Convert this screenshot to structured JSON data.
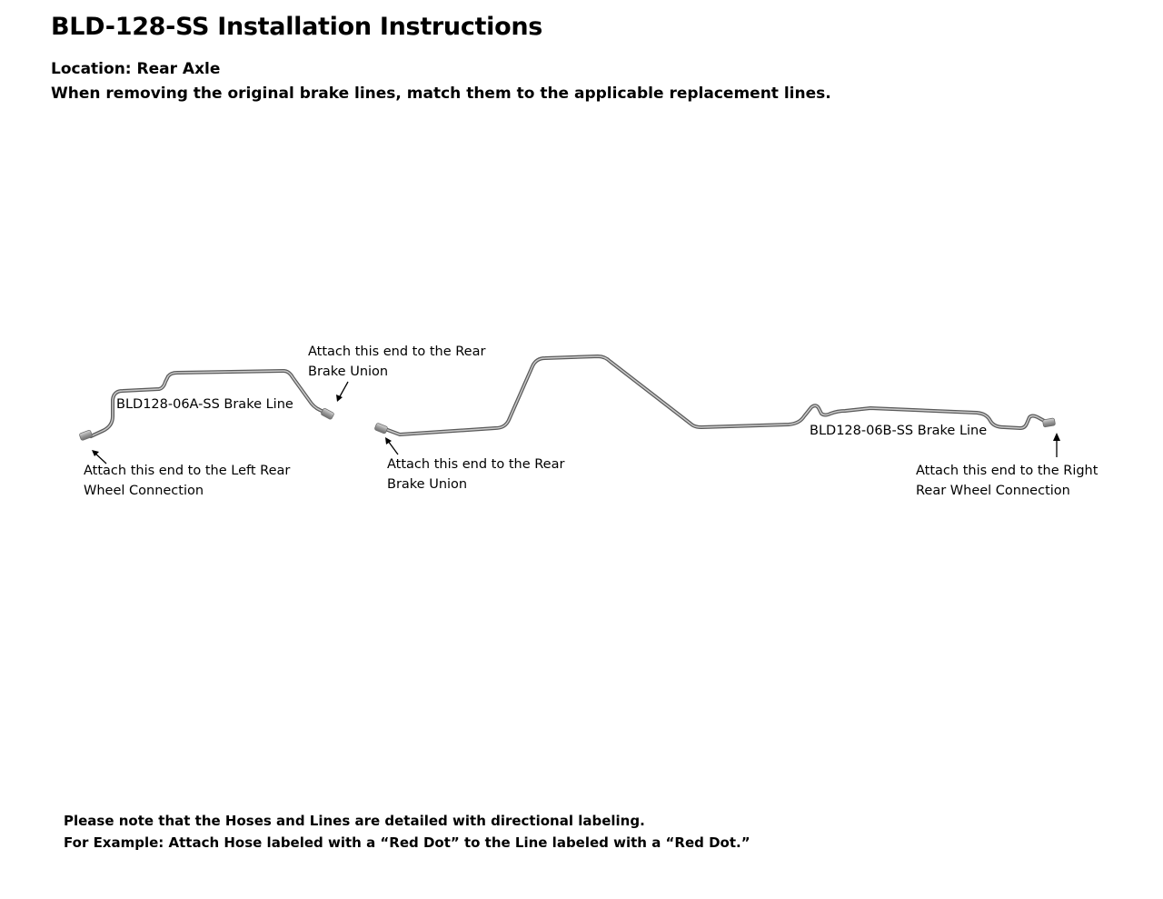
{
  "document": {
    "title": "BLD-128-SS Installation Instructions",
    "location": "Location: Rear Axle",
    "instruction": "When removing the original brake lines, match them to the applicable replacement lines."
  },
  "diagram": {
    "line_a": {
      "name": "BLD128-06A-SS Brake Line",
      "left_end": [
        "Attach this end to the Left Rear",
        "Wheel Connection"
      ],
      "right_end": [
        "Attach this end to the Rear",
        "Brake Union"
      ]
    },
    "line_b": {
      "name": "BLD128-06B-SS Brake Line",
      "left_end": [
        "Attach this end to the Rear",
        "Brake Union"
      ],
      "right_end": [
        "Attach this end to the Right",
        "Rear Wheel Connection"
      ]
    }
  },
  "notes": {
    "line1": "Please note that the Hoses and Lines are detailed with directional labeling.",
    "line2": "For Example: Attach Hose labeled with a “Red Dot” to the Line labeled with a “Red Dot.”"
  }
}
